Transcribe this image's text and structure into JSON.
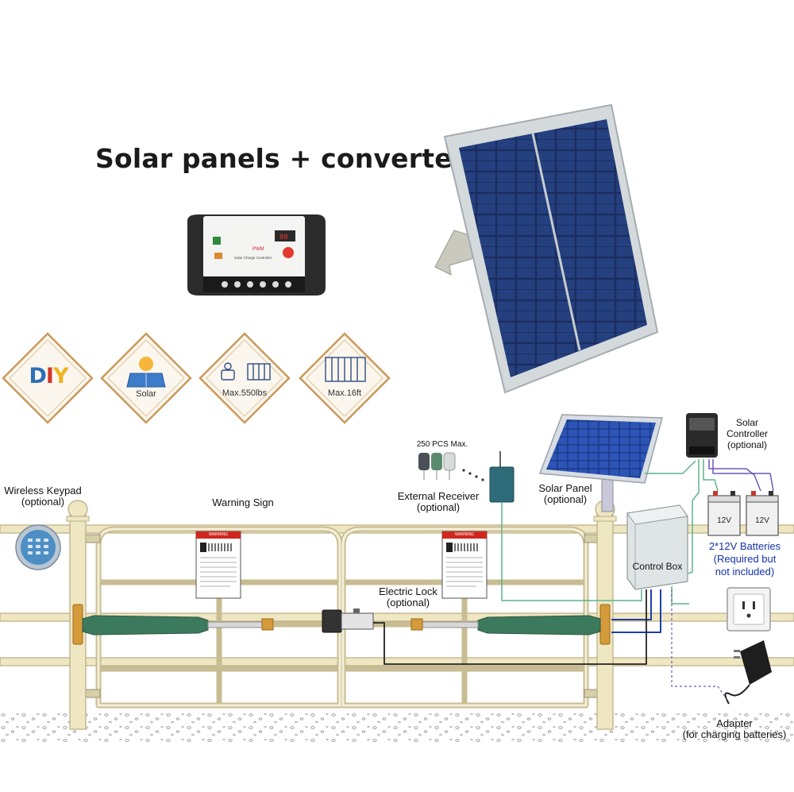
{
  "header": {
    "title": "Solar panels + converter"
  },
  "controller_product": {
    "brand": "PWM",
    "caption": "Solar Charge Controller"
  },
  "badges": {
    "diy": "DIY",
    "solar": "Solar",
    "weight": "Max.550lbs",
    "length": "Max.16ft"
  },
  "diagram": {
    "wireless_keypad": "Wireless Keypad",
    "wireless_keypad_note": "(optional)",
    "warning_sign": "Warning Sign",
    "remotes_max": "250 PCS Max.",
    "external_receiver": "External Receiver",
    "external_receiver_note": "(optional)",
    "solar_panel": "Solar Panel",
    "solar_panel_note": "(optional)",
    "solar_controller": "Solar",
    "solar_controller_2": "Controller",
    "solar_controller_note": "(optional)",
    "battery_voltage": "12V",
    "batteries": "2*12V Batteries",
    "batteries_note_1": "(Required but",
    "batteries_note_2": "not included)",
    "control_box": "Control Box",
    "electric_lock": "Electric Lock",
    "electric_lock_note": "(optional)",
    "adapter": "Adapter",
    "adapter_note": "(for charging batteries)",
    "sign_header": "WARNING"
  },
  "colors": {
    "badge_border": "#c89a5c",
    "badge_fill": "#fbf6ee",
    "panel_cell": "#1d2f63",
    "gate_rail": "#efe6c2",
    "gate_outline": "#b8ad84",
    "actuator": "#3c7a5e",
    "sign_red": "#d0261f",
    "wire_green": "#5fb48a",
    "wire_blue": "#1f3fa8",
    "wire_black": "#222222",
    "wire_purple": "#6e57b7",
    "battery_label_blue": "#1533a8"
  }
}
